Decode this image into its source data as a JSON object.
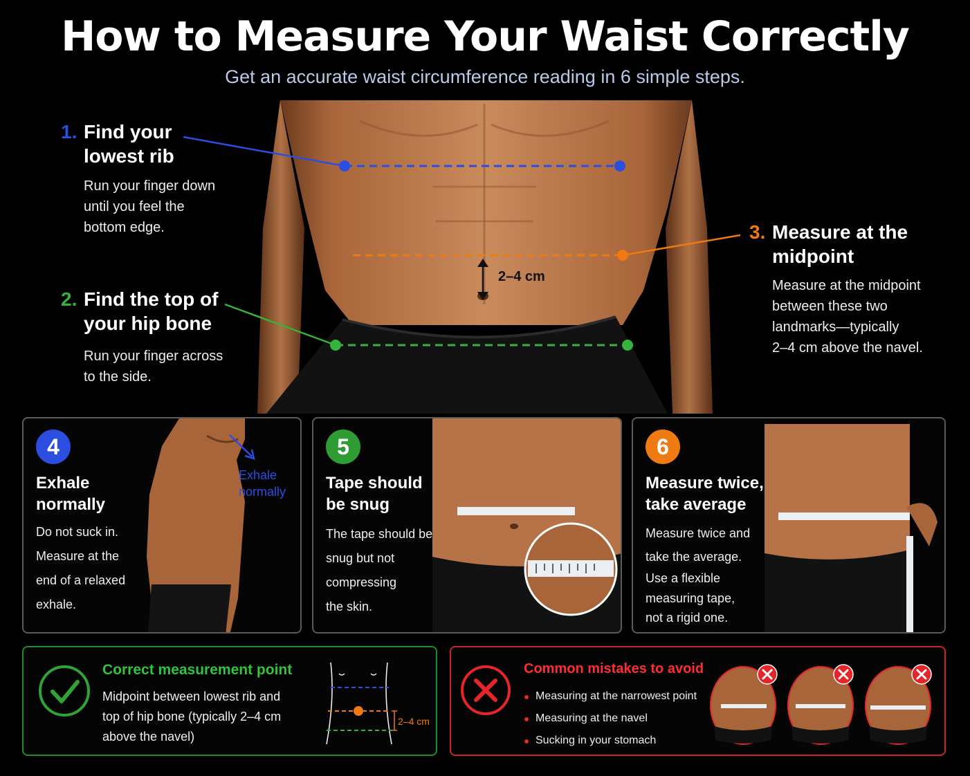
{
  "header": {
    "title": "How to Measure Your Waist Correctly",
    "subtitle": "Get an accurate waist circumference reading in 6 simple steps."
  },
  "colors": {
    "blue": "#2b4ee0",
    "green": "#35b33c",
    "orange": "#f07a12",
    "red": "#e4262b"
  },
  "steps": [
    {
      "num": "1.",
      "title_l1": "Find your",
      "title_l2": "lowest rib",
      "body": [
        "Run your finger down",
        "until you feel the",
        "bottom edge."
      ]
    },
    {
      "num": "2.",
      "title_l1": "Find the top of",
      "title_l2": "your hip bone",
      "body": [
        "Run your finger across",
        "to the side."
      ]
    },
    {
      "num": "3.",
      "title_l1": "Measure at the",
      "title_l2": "midpoint",
      "body": [
        "Measure at the midpoint",
        "between these two",
        "landmarks—typically",
        "2–4 cm above the navel."
      ]
    }
  ],
  "hero": {
    "distance_label": "2–4 cm"
  },
  "cards": [
    {
      "num": "4",
      "title_l1": "Exhale",
      "title_l2": "normally",
      "lines": [
        "Do not suck in.",
        "Measure at the",
        "end of a relaxed",
        "exhale."
      ],
      "arrow_l1": "Exhale",
      "arrow_l2": "normally"
    },
    {
      "num": "5",
      "title_l1": "Tape should",
      "title_l2": "be snug",
      "lines": [
        "The tape should be",
        "snug but not",
        "compressing",
        "the skin."
      ]
    },
    {
      "num": "6",
      "title_l1": "Measure twice,",
      "title_l2": "take average",
      "lines": [
        "Measure twice and",
        "take the average.",
        "Use a flexible",
        "measuring tape,",
        "not a rigid one."
      ]
    }
  ],
  "correct": {
    "title": "Correct measurement point",
    "lines": [
      "Midpoint between lowest rib and",
      "top of hip bone (typically 2–4 cm",
      "above the navel)"
    ],
    "diagram_label": "2–4 cm"
  },
  "mistakes": {
    "title": "Common mistakes to avoid",
    "items": [
      "Measuring at the narrowest point",
      "Measuring at the navel",
      "Sucking in your stomach"
    ]
  }
}
